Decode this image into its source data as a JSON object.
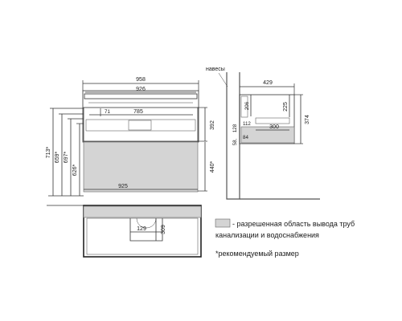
{
  "front_view": {
    "width_total": "958",
    "width_top": "926",
    "drawer_width": "785",
    "inner_offset": "71",
    "drawer_height": "392",
    "lower_height": "440*",
    "bottom_width": "925",
    "left_heights": [
      "713*",
      "659*",
      "697*",
      "626*"
    ]
  },
  "side_view": {
    "hanger_label": "навесы",
    "depth": "429",
    "h206": "206",
    "h225": "225",
    "h374": "374",
    "w112": "112",
    "w300": "300",
    "w84": "84",
    "v128": "128",
    "v58": "58,"
  },
  "plan_view": {
    "cutout_width": "129",
    "cutout_depth": "309"
  },
  "legend": {
    "area_line1": "- разрешенная область вывода труб",
    "area_line2": "канализации и водоснабжения",
    "note": "*рекомендуемый размер"
  },
  "colors": {
    "area_fill": "#d4d4d4",
    "line": "#333333"
  }
}
